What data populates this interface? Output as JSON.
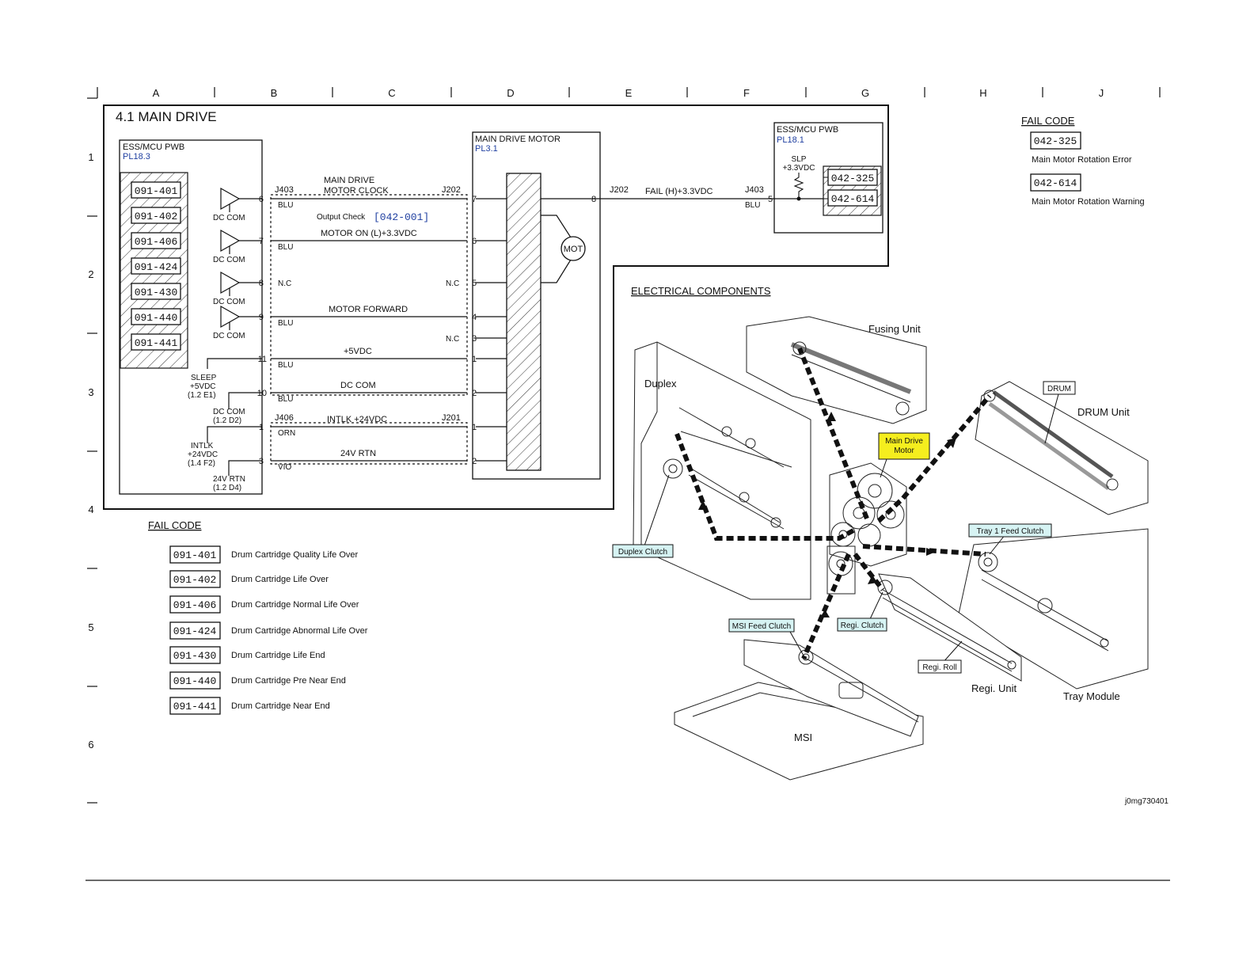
{
  "grid": {
    "columns": [
      "A",
      "B",
      "C",
      "D",
      "E",
      "F",
      "G",
      "H",
      "J"
    ],
    "rows": [
      "1",
      "2",
      "3",
      "4",
      "5",
      "6"
    ]
  },
  "title": "4.1 MAIN DRIVE",
  "ess_left": {
    "label": "ESS/MCU PWB",
    "pl": "PL18.3"
  },
  "ess_right": {
    "label": "ESS/MCU PWB",
    "pl": "PL18.1"
  },
  "motor": {
    "label": "MAIN DRIVE MOTOR",
    "pl": "PL3.1",
    "symbol": "MOT"
  },
  "chip_codes": [
    "091-401",
    "091-402",
    "091-406",
    "091-424",
    "091-430",
    "091-440",
    "091-441"
  ],
  "dc_com": "DC COM",
  "connectors": {
    "j403": "J403",
    "j202": "J202",
    "j406": "J406",
    "j201": "J201"
  },
  "signals": {
    "clock_1": "MAIN DRIVE",
    "clock_2": "MOTOR CLOCK",
    "output_check": "Output Check",
    "output_check_code": "[042-001]",
    "motor_on": "MOTOR ON (L)+3.3VDC",
    "motor_forward": "MOTOR FORWARD",
    "plus5": "+5VDC",
    "dccom": "DC COM",
    "intlk": "INTLK +24VDC",
    "rtn": "24V RTN",
    "fail": "FAIL (H)+3.3VDC"
  },
  "wire_colors": {
    "blu": "BLU",
    "nc": "N.C",
    "orn": "ORN",
    "vio": "VIO"
  },
  "pins_left": [
    "6",
    "7",
    "8",
    "9",
    "11",
    "10",
    "1",
    "3"
  ],
  "pins_right": [
    "7",
    "6",
    "5",
    "4",
    "3",
    "1",
    "2",
    "1",
    "2"
  ],
  "pin_fail_left": "8",
  "pin_fail_right": "5",
  "refs": {
    "sleep": [
      "SLEEP",
      "+5VDC",
      "(1.2 E1)"
    ],
    "dccom": [
      "DC COM",
      "(1.2 D2)"
    ],
    "intlk": [
      "INTLK",
      "+24VDC",
      "(1.4 F2)"
    ],
    "rtn": [
      "24V RTN",
      "(1.2 D4)"
    ]
  },
  "slp": [
    "SLP",
    "+3.3VDC"
  ],
  "right_box_codes": [
    "042-325",
    "042-614"
  ],
  "fail_code_heading": "FAIL CODE",
  "fail_codes_top": [
    {
      "code": "042-325",
      "desc": "Main Motor Rotation Error"
    },
    {
      "code": "042-614",
      "desc": "Main Motor Rotation Warning"
    }
  ],
  "fail_codes_bottom": [
    {
      "code": "091-401",
      "desc": "Drum Cartridge Quality Life Over"
    },
    {
      "code": "091-402",
      "desc": "Drum Cartridge Life Over"
    },
    {
      "code": "091-406",
      "desc": "Drum Cartridge Normal Life Over"
    },
    {
      "code": "091-424",
      "desc": "Drum Cartridge Abnormal Life Over"
    },
    {
      "code": "091-430",
      "desc": "Drum Cartridge Life End"
    },
    {
      "code": "091-440",
      "desc": "Drum Cartridge Pre Near End"
    },
    {
      "code": "091-441",
      "desc": "Drum Cartridge Near End"
    }
  ],
  "components": {
    "heading": "ELECTRICAL COMPONENTS",
    "fusing": "Fusing Unit",
    "duplex": "Duplex",
    "drum_tag": "DRUM",
    "drum_unit": "DRUM Unit",
    "main_drive_motor": [
      "Main Drive",
      "Motor"
    ],
    "duplex_clutch": "Duplex Clutch",
    "tray1_clutch": "Tray 1 Feed Clutch",
    "msi_clutch": "MSI Feed Clutch",
    "regi_clutch": "Regi. Clutch",
    "regi_roll": "Regi. Roll",
    "regi_unit": "Regi. Unit",
    "tray_module": "Tray Module",
    "msi": "MSI",
    "figure_id": "j0mg730401"
  },
  "colors": {
    "callout_cyan": "#d6f3f3",
    "callout_yellow": "#f5ee1e",
    "ref_blue": "#1f3fa0"
  }
}
